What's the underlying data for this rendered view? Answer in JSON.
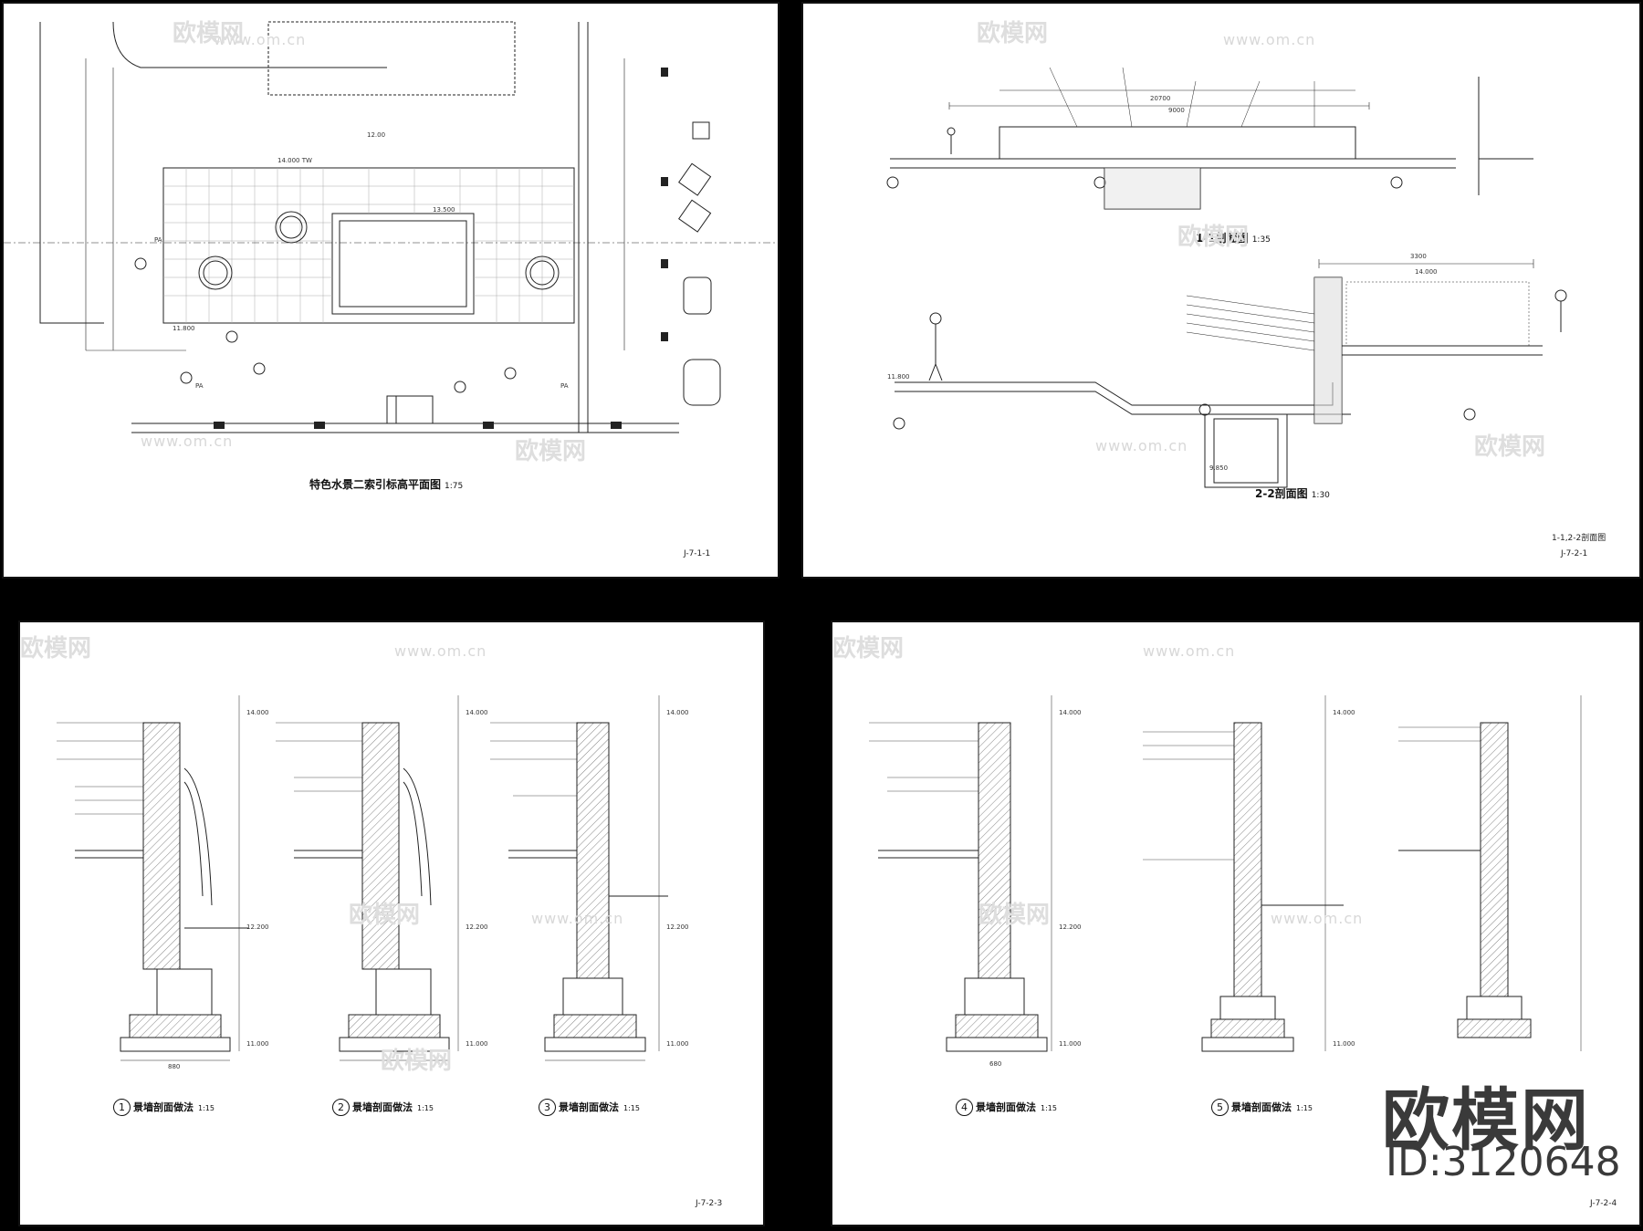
{
  "watermark": {
    "site": "www.om.cn",
    "logo": "欧模网"
  },
  "brand": {
    "name": "欧模网",
    "id": "ID:3120648"
  },
  "sheet1": {
    "code": "J-7-1-1",
    "title": "特色水景二索引标高平面图",
    "scale": "1:75",
    "labels": {
      "pa": "PA",
      "elev1": "11.800",
      "elev2": "13.500",
      "elev3": "14.000 TW",
      "elev4": "12.00"
    }
  },
  "sheet2": {
    "code": "J-7-2-1",
    "ref": "1-1,2-2剖面图",
    "section1_title": "1-1剖面图",
    "section1_scale": "1:35",
    "section2_title": "2-2剖面图",
    "section2_scale": "1:30",
    "labels": {
      "dim1": "20700",
      "dim2": "9000",
      "dim3": "3300",
      "elev1": "14.000",
      "elev2": "11.800",
      "elev3": "9.850"
    }
  },
  "sheet3": {
    "code": "J-7-2-3",
    "sections": [
      {
        "num": "1",
        "title": "景墙剖面做法",
        "scale": "1:15"
      },
      {
        "num": "2",
        "title": "景墙剖面做法",
        "scale": "1:15"
      },
      {
        "num": "3",
        "title": "景墙剖面做法",
        "scale": "1:15"
      }
    ],
    "labels": {
      "top": "14.000",
      "mid": "12.200",
      "base": "11.000",
      "width": "880"
    }
  },
  "sheet4": {
    "code": "J-7-2-4",
    "sections": [
      {
        "num": "4",
        "title": "景墙剖面做法",
        "scale": "1:15"
      },
      {
        "num": "5",
        "title": "景墙剖面做法",
        "scale": "1:15"
      }
    ],
    "labels": {
      "top": "14.000",
      "mid": "12.200",
      "base": "11.000",
      "width": "680"
    }
  }
}
